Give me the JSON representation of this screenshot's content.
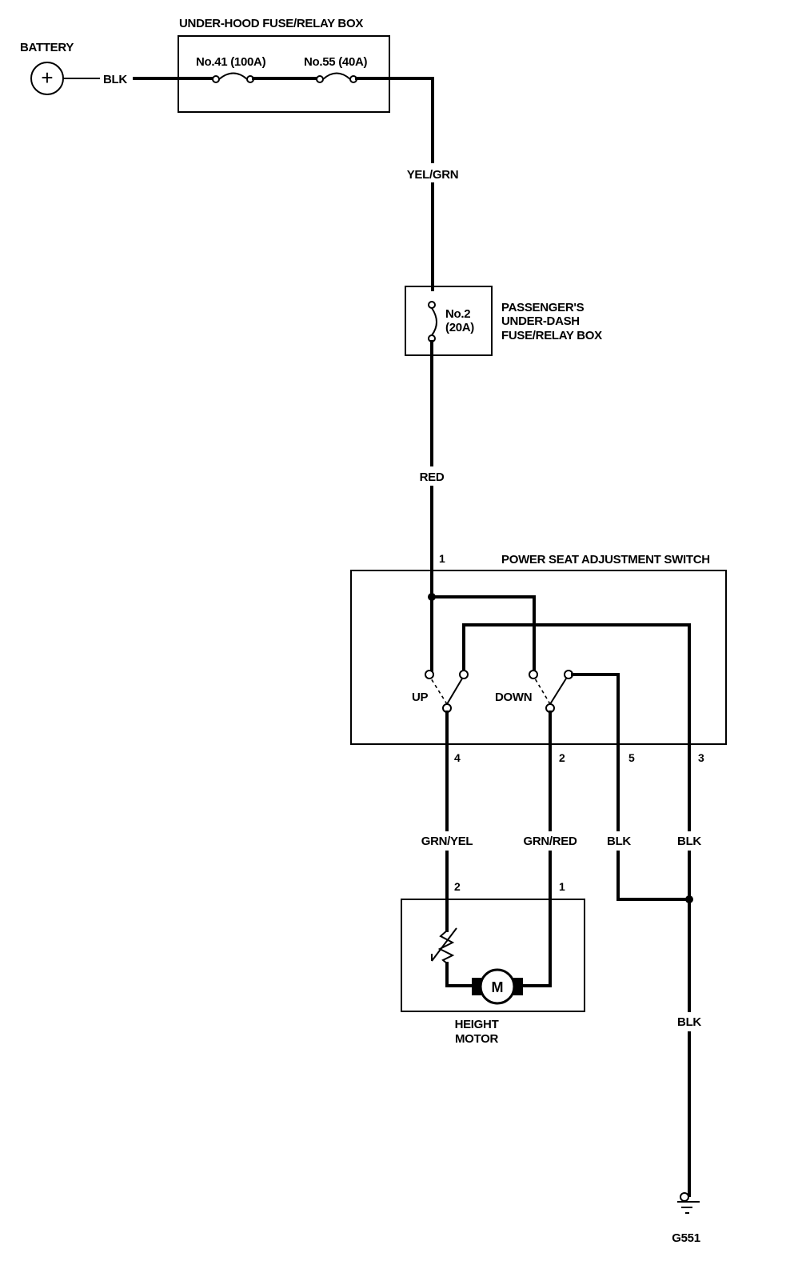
{
  "battery": {
    "label": "BATTERY",
    "symbol": "+"
  },
  "underhood_box": {
    "title": "UNDER-HOOD FUSE/RELAY BOX",
    "fuse_a": "No.41 (100A)",
    "fuse_b": "No.55 (40A)"
  },
  "underdash_box": {
    "fuse_number": "No.2",
    "fuse_rating": "(20A)",
    "title_line1": "PASSENGER'S",
    "title_line2": "UNDER-DASH",
    "title_line3": "FUSE/RELAY BOX"
  },
  "switch": {
    "title": "POWER SEAT ADJUSTMENT SWITCH",
    "up_label": "UP",
    "down_label": "DOWN",
    "pin_in": "1",
    "pin_a": "4",
    "pin_b": "2",
    "pin_c": "5",
    "pin_d": "3"
  },
  "motor": {
    "symbol": "M",
    "label_line1": "HEIGHT",
    "label_line2": "MOTOR",
    "pin_a": "2",
    "pin_b": "1"
  },
  "wires": {
    "battery_lead": "BLK",
    "feed": "YEL/GRN",
    "switch_feed": "RED",
    "up_lead": "GRN/YEL",
    "down_lead": "GRN/RED",
    "ground_a": "BLK",
    "ground_b": "BLK",
    "ground_main": "BLK"
  },
  "ground": {
    "label": "G551"
  }
}
